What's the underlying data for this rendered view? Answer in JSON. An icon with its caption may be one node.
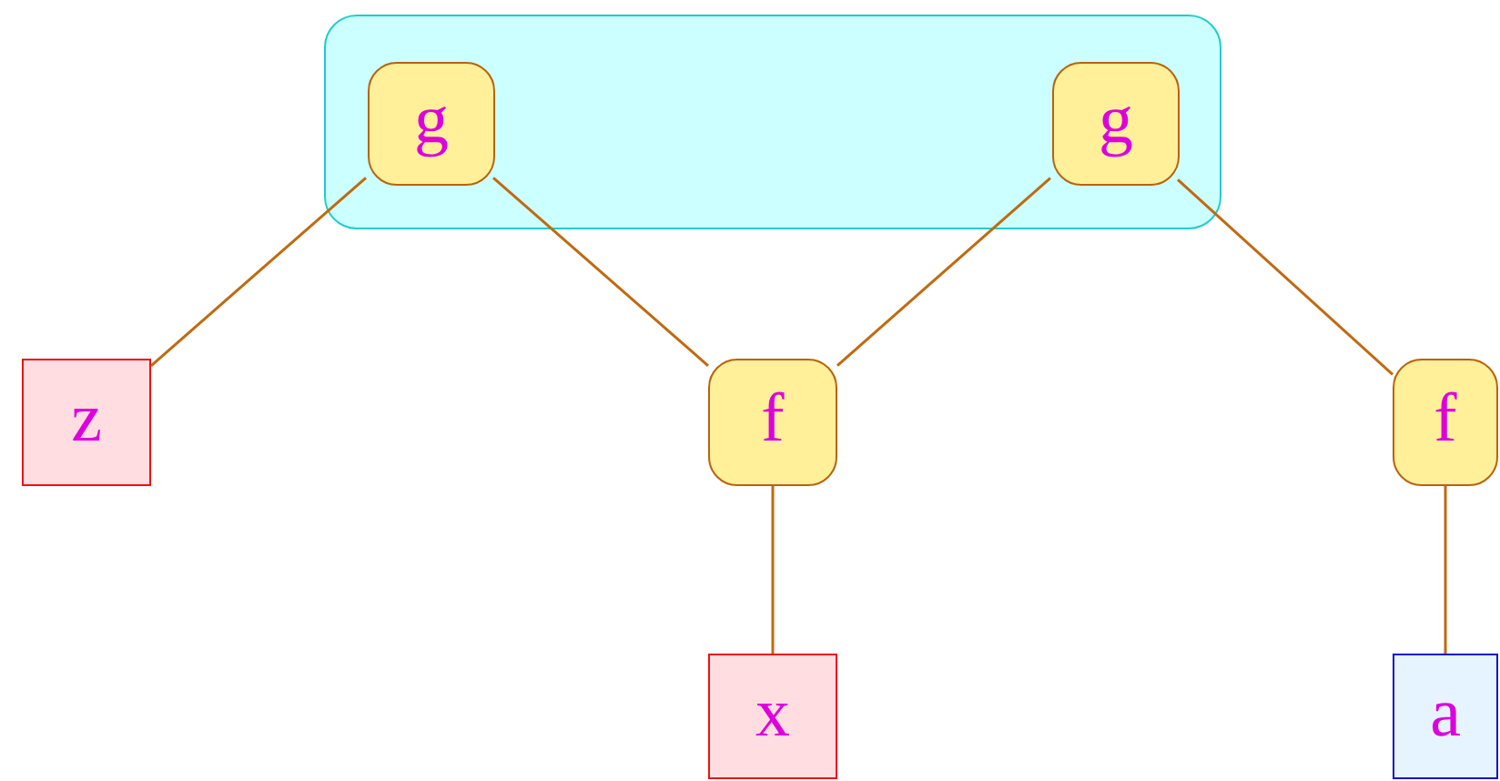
{
  "diagram": {
    "nodes": [
      {
        "text": [],
        "shape": "box"
      },
      {
        "text": [
          "g"
        ],
        "in": 0
      },
      {
        "text": [
          "g"
        ],
        "in": 0
      },
      {
        "text": [
          "z"
        ]
      },
      {
        "text": [
          "f"
        ]
      },
      {
        "text": [
          "f"
        ]
      },
      {
        "text": [
          "x"
        ]
      },
      {
        "text": [
          "a"
        ]
      }
    ],
    "edges": [
      {
        "from": 1,
        "to": 3,
        "arrow": "none"
      },
      {
        "from": 1,
        "to": 4,
        "arrow": "none"
      },
      {
        "from": 2,
        "to": 4,
        "arrow": "none"
      },
      {
        "from": 2,
        "to": 5,
        "arrow": "none"
      },
      {
        "from": 4,
        "to": 6,
        "arrow": "none"
      },
      {
        "from": 5,
        "to": 7,
        "arrow": "none"
      }
    ]
  }
}
